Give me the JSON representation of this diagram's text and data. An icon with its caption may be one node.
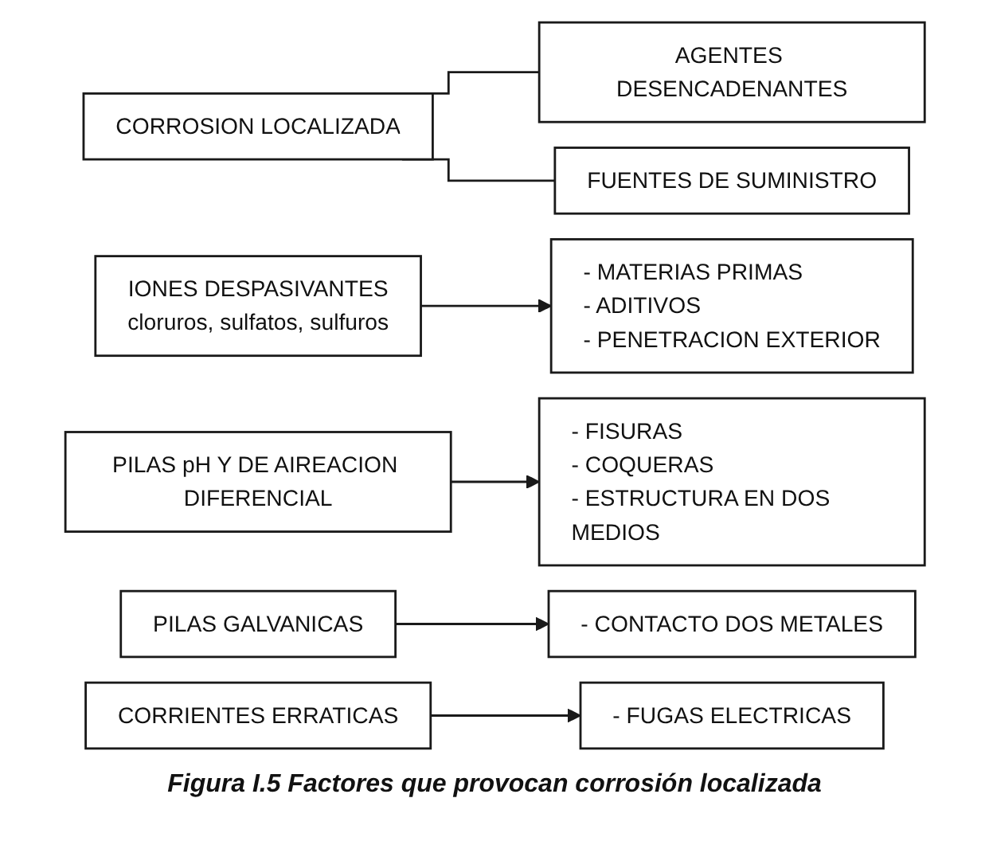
{
  "diagram": {
    "caption": "Figura I.5 Factores que provocan corrosión localizada",
    "nodes": [
      {
        "text": [
          "CORROSION LOCALIZADA"
        ]
      },
      {
        "text": [
          "AGENTES DESENCADENANTES"
        ]
      },
      {
        "text": [
          "FUENTES DE SUMINISTRO"
        ]
      },
      {
        "text": [
          "IONES DESPASIVANTES",
          "cloruros, sulfatos, sulfuros"
        ]
      },
      {
        "text": [
          "- MATERIAS PRIMAS",
          "- ADITIVOS",
          "- PENETRACION EXTERIOR"
        ]
      },
      {
        "text": [
          "PILAS pH Y DE AIREACION DIFERENCIAL"
        ]
      },
      {
        "text": [
          "- FISURAS",
          "- COQUERAS",
          "- ESTRUCTURA EN DOS MEDIOS"
        ]
      },
      {
        "text": [
          "PILAS GALVANICAS"
        ]
      },
      {
        "text": [
          "- CONTACTO DOS METALES"
        ]
      },
      {
        "text": [
          "CORRIENTES ERRATICAS"
        ]
      },
      {
        "text": [
          "- FUGAS ELECTRICAS"
        ]
      }
    ],
    "edges": [
      {
        "from": 0,
        "to": 1,
        "arrow": "none"
      },
      {
        "from": 0,
        "to": 2,
        "arrow": "none"
      },
      {
        "from": 3,
        "to": 4,
        "arrow": "to"
      },
      {
        "from": 5,
        "to": 6,
        "arrow": "to"
      },
      {
        "from": 7,
        "to": 8,
        "arrow": "to"
      },
      {
        "from": 9,
        "to": 10,
        "arrow": "to"
      }
    ]
  }
}
